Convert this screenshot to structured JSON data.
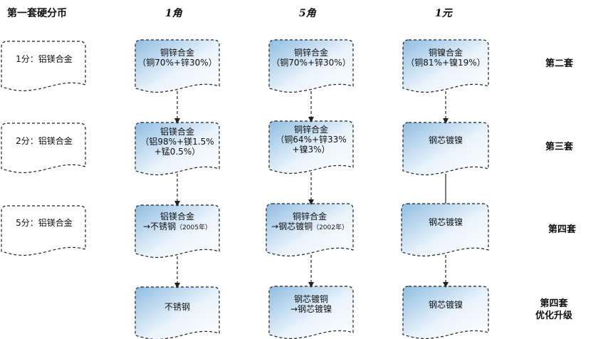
{
  "headers": {
    "series1": "第一套硬分币",
    "col1": "1角",
    "col2": "5角",
    "col3": "1元"
  },
  "row_labels": {
    "r1": "第二套",
    "r2": "第三套",
    "r3": "第四套",
    "r4_line1": "第四套",
    "r4_line2": "优化升级"
  },
  "left_nodes": {
    "n1": "1分：铝镁合金",
    "n2": "2分：铝镁合金",
    "n3": "5分：铝镁合金"
  },
  "col1": {
    "r1_l1": "铜锌合金",
    "r1_l2": "（铜70%+锌30%）",
    "r2_l1": "铝镁合金",
    "r2_l2": "（铝98%+镁1.5%",
    "r2_l3": "+锰0.5%）",
    "r3_l1": "铝镁合金",
    "r3_l2": "→不锈钢",
    "r3_l2b": "（2005年）",
    "r4_l1": "不锈钢"
  },
  "col2": {
    "r1_l1": "铜锌合金",
    "r1_l2": "（铜70%+锌30%）",
    "r2_l1": "铜锌合金",
    "r2_l2": "（铜64%+锌33%",
    "r2_l3": "+镍3%）",
    "r3_l1": "铜锌合金",
    "r3_l2": "→钢芯镀铜",
    "r3_l2b": "（2002年）",
    "r4_l1": "钢芯镀铜",
    "r4_l2": "→钢芯镀镍"
  },
  "col3": {
    "r1_l1": "铜镍合金",
    "r1_l2": "（铜81%+镍19%）",
    "r2_l1": "钢芯镀镍",
    "r3_l1": "钢芯镀镍",
    "r4_l1": "钢芯镀镍"
  },
  "colors": {
    "node_fill_dark": "#9cc3e4",
    "node_fill_light": "#ffffff",
    "border": "#222222"
  }
}
